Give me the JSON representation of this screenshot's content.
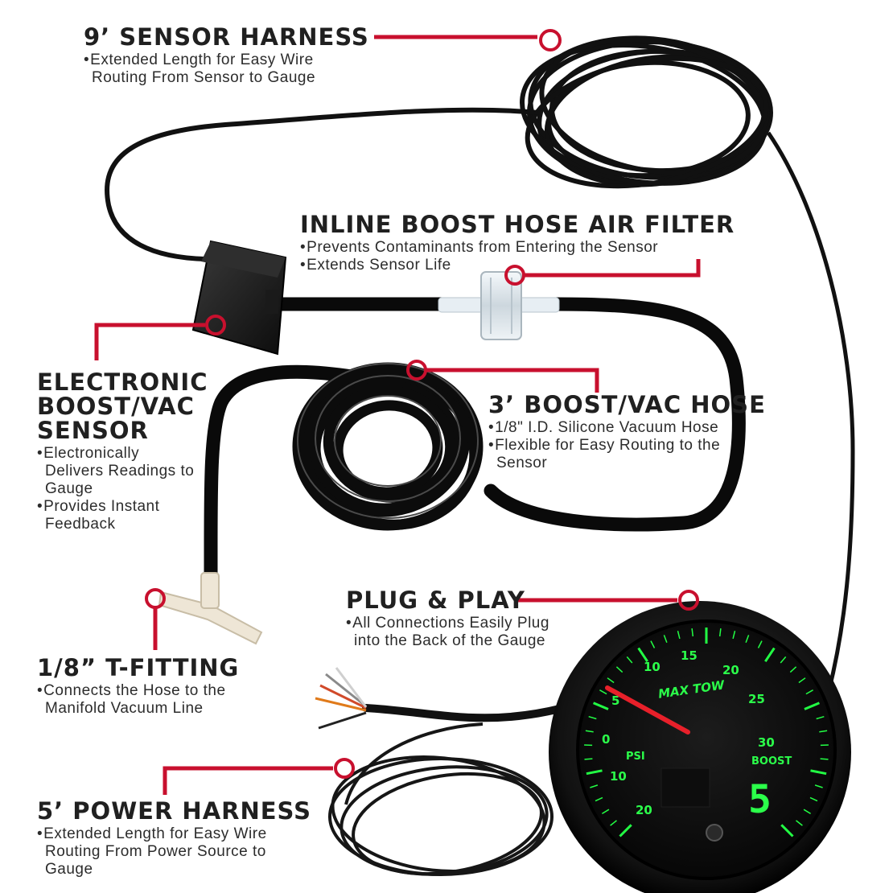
{
  "accent_color": "#c8102e",
  "callouts": {
    "sensor_harness": {
      "title": "9’ SENSOR HARNESS",
      "bullets": [
        "Extended Length for Easy Wire Routing From Sensor to Gauge"
      ]
    },
    "air_filter": {
      "title": "INLINE BOOST HOSE AIR FILTER",
      "bullets": [
        "Prevents Contaminants from Entering the Sensor",
        "Extends Sensor Life"
      ]
    },
    "sensor": {
      "title_lines": [
        "ELECTRONIC",
        "BOOST/VAC",
        "SENSOR"
      ],
      "bullets": [
        "Electronically Delivers Readings to Gauge",
        "Provides Instant Feedback"
      ]
    },
    "hose": {
      "title": "3’ BOOST/VAC HOSE",
      "bullets": [
        "1/8\" I.D. Silicone Vacuum Hose",
        "Flexible for Easy Routing to the Sensor"
      ]
    },
    "plug_play": {
      "title": "PLUG & PLAY",
      "bullets": [
        "All Connections Easily Plug into the Back of the Gauge"
      ]
    },
    "t_fitting": {
      "title": "1/8” T-FITTING",
      "bullets": [
        "Connects the Hose to the Manifold Vacuum Line"
      ]
    },
    "power_harness": {
      "title": "5’ POWER HARNESS",
      "bullets": [
        "Extended Length for Easy Wire Routing From Power Source to Gauge"
      ]
    }
  },
  "gauge": {
    "boost_ticks": [
      "5",
      "10",
      "15",
      "20",
      "25",
      "30"
    ],
    "vac_ticks": [
      "0",
      "10",
      "20"
    ],
    "unit": "PSI",
    "mode": "BOOST",
    "digital_value": "5",
    "brand": "MAX TOW",
    "needle_value": 5,
    "needle_color": "#e8202a",
    "glow_color": "#22ff44"
  }
}
